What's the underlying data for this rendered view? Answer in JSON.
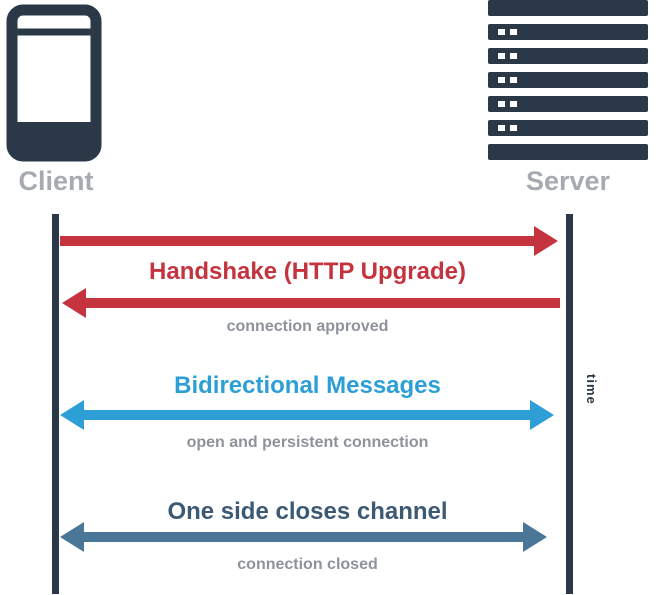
{
  "actors": {
    "client": {
      "label": "Client",
      "icon": "smartphone-icon"
    },
    "server": {
      "label": "Server",
      "icon": "server-icon"
    }
  },
  "flows": [
    {
      "title": "Handshake (HTTP Upgrade)",
      "subtitle": "connection approved",
      "color": "#c5333f",
      "arrows": [
        "client-to-server",
        "server-to-client"
      ]
    },
    {
      "title": "Bidirectional Messages",
      "subtitle": "open and persistent connection",
      "color": "#2d9fd6",
      "arrows": [
        "bidirectional"
      ]
    },
    {
      "title": "One side closes channel",
      "subtitle": "connection closed",
      "color": "#4a7697",
      "arrows": [
        "bidirectional"
      ]
    }
  ],
  "side_label": "time",
  "colors": {
    "icon_navy": "#2b3848",
    "actor_gray": "#a6aab2",
    "subtitle_gray": "#8e939b",
    "handshake_red": "#c5333f",
    "messages_blue": "#2d9fd6",
    "close_steel": "#4a7697"
  }
}
